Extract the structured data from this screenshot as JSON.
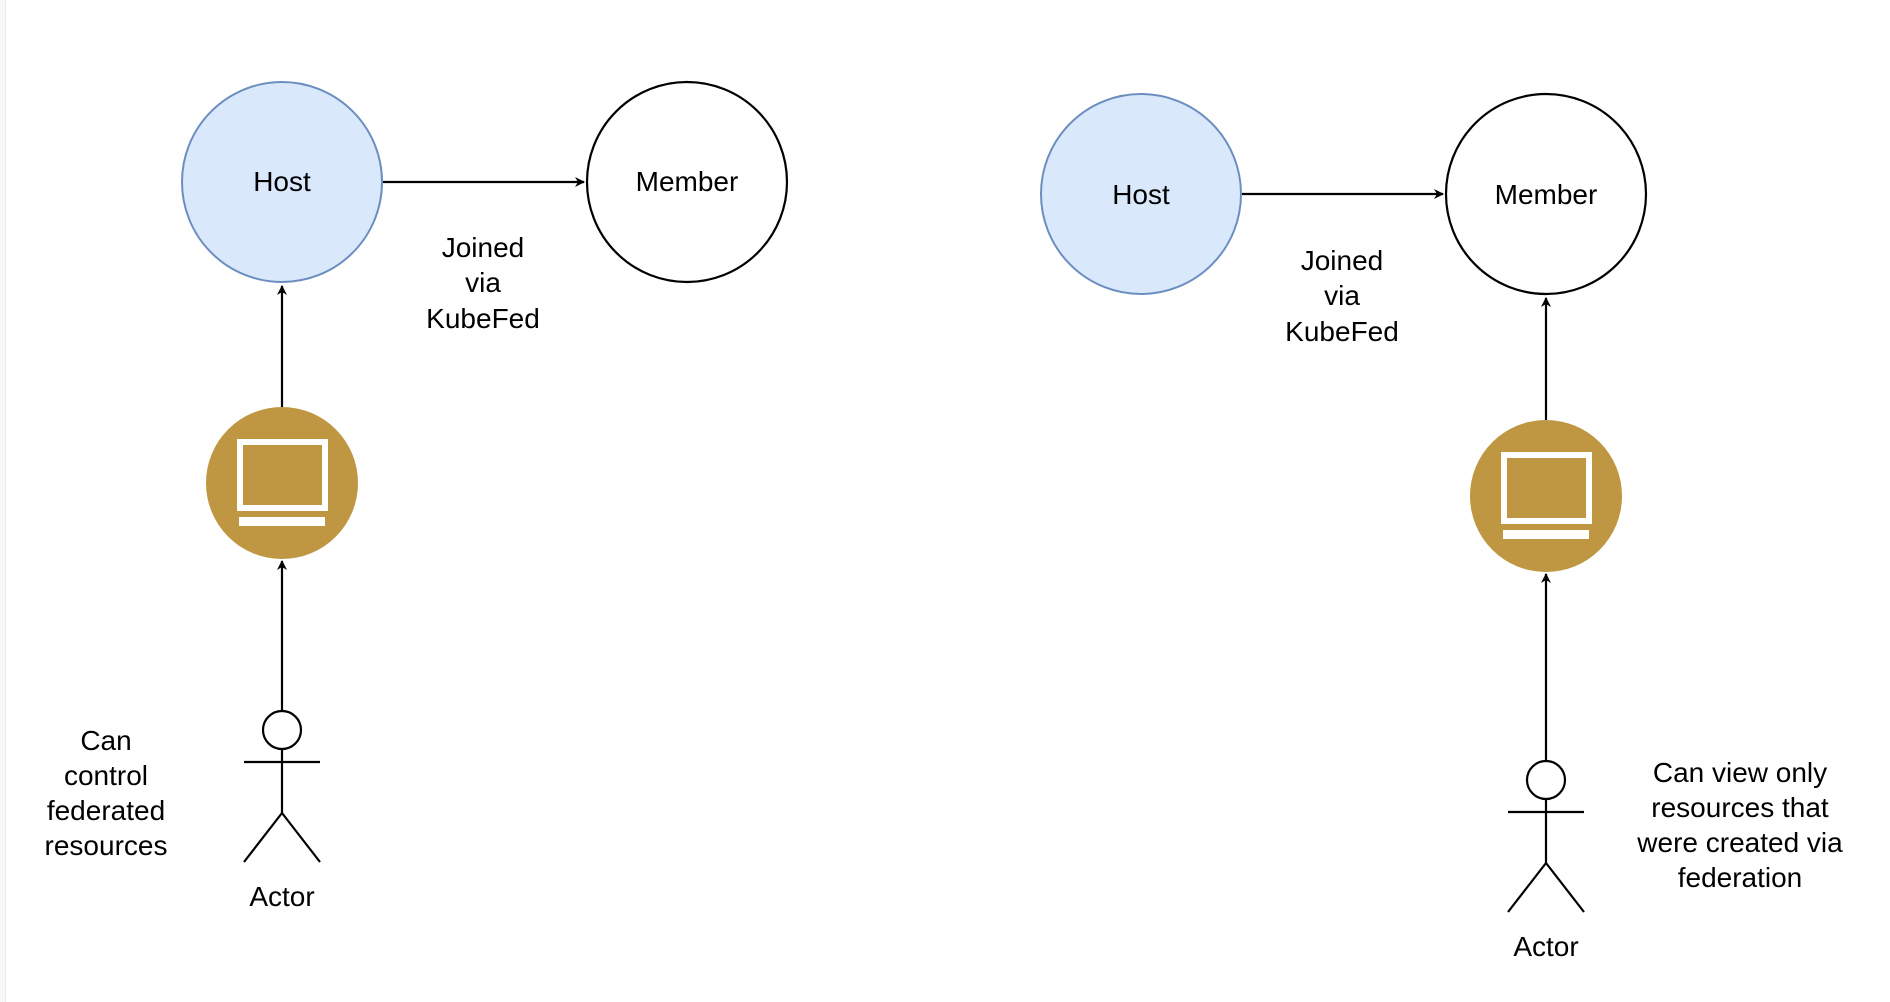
{
  "diagrams": [
    {
      "host_label": "Host",
      "member_label": "Member",
      "join_label_lines": [
        "Joined",
        "via",
        "KubeFed"
      ],
      "actor_label": "Actor",
      "note_lines": [
        "Can",
        "control",
        "federated",
        "resources"
      ],
      "actor_target": "host"
    },
    {
      "host_label": "Host",
      "member_label": "Member",
      "join_label_lines": [
        "Joined",
        "via",
        "KubeFed"
      ],
      "actor_label": "Actor",
      "note_lines": [
        "Can view only",
        "resources that",
        "were created via",
        "federation"
      ],
      "actor_target": "member"
    }
  ],
  "colors": {
    "host_fill": "#dae8fc",
    "host_stroke": "#6c8ebf",
    "member_fill": "#ffffff",
    "line": "#000000",
    "computer_fill": "#bf9642",
    "computer_icon": "#ffffff"
  },
  "icons": {
    "computer": "monitor-icon",
    "actor": "person-icon"
  }
}
